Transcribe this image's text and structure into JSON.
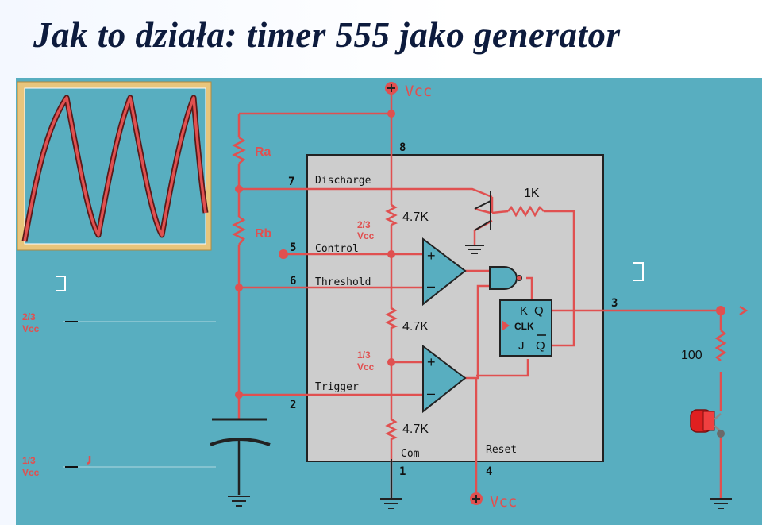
{
  "title": "Jak to działa: timer 555 jako generator",
  "pins": {
    "p8": "8",
    "p7": "7",
    "p5": "5",
    "p6": "6",
    "p2": "2",
    "p1": "1",
    "p4": "4",
    "p3": "3"
  },
  "pin_names": {
    "discharge": "Discharge",
    "control": "Control",
    "threshold": "Threshold",
    "trigger": "Trigger",
    "com": "Com",
    "reset": "Reset"
  },
  "supply": {
    "vcc_top": "Vcc",
    "vcc_bottom": "Vcc"
  },
  "resistors": {
    "ra": "Ra",
    "rb": "Rb",
    "r1": "4.7K",
    "r2": "4.7K",
    "r3": "4.7K",
    "r_1k": "1K",
    "r_100": "100"
  },
  "levels": {
    "two_thirds_num": "2/3",
    "two_thirds_vcc": "Vcc",
    "one_third_num": "1/3",
    "one_third_vcc": "Vcc"
  },
  "comparator_signs": {
    "plus": "+",
    "minus": "–"
  },
  "flipflop": {
    "k": "K",
    "q": "Q",
    "clk": "CLK",
    "j": "J",
    "qbar": "Q"
  },
  "colors": {
    "background": "#58aec0",
    "chip": "#cdcdcd",
    "wire": "#e05050",
    "pin_label": "#3c2f86",
    "led": "#e02020"
  }
}
